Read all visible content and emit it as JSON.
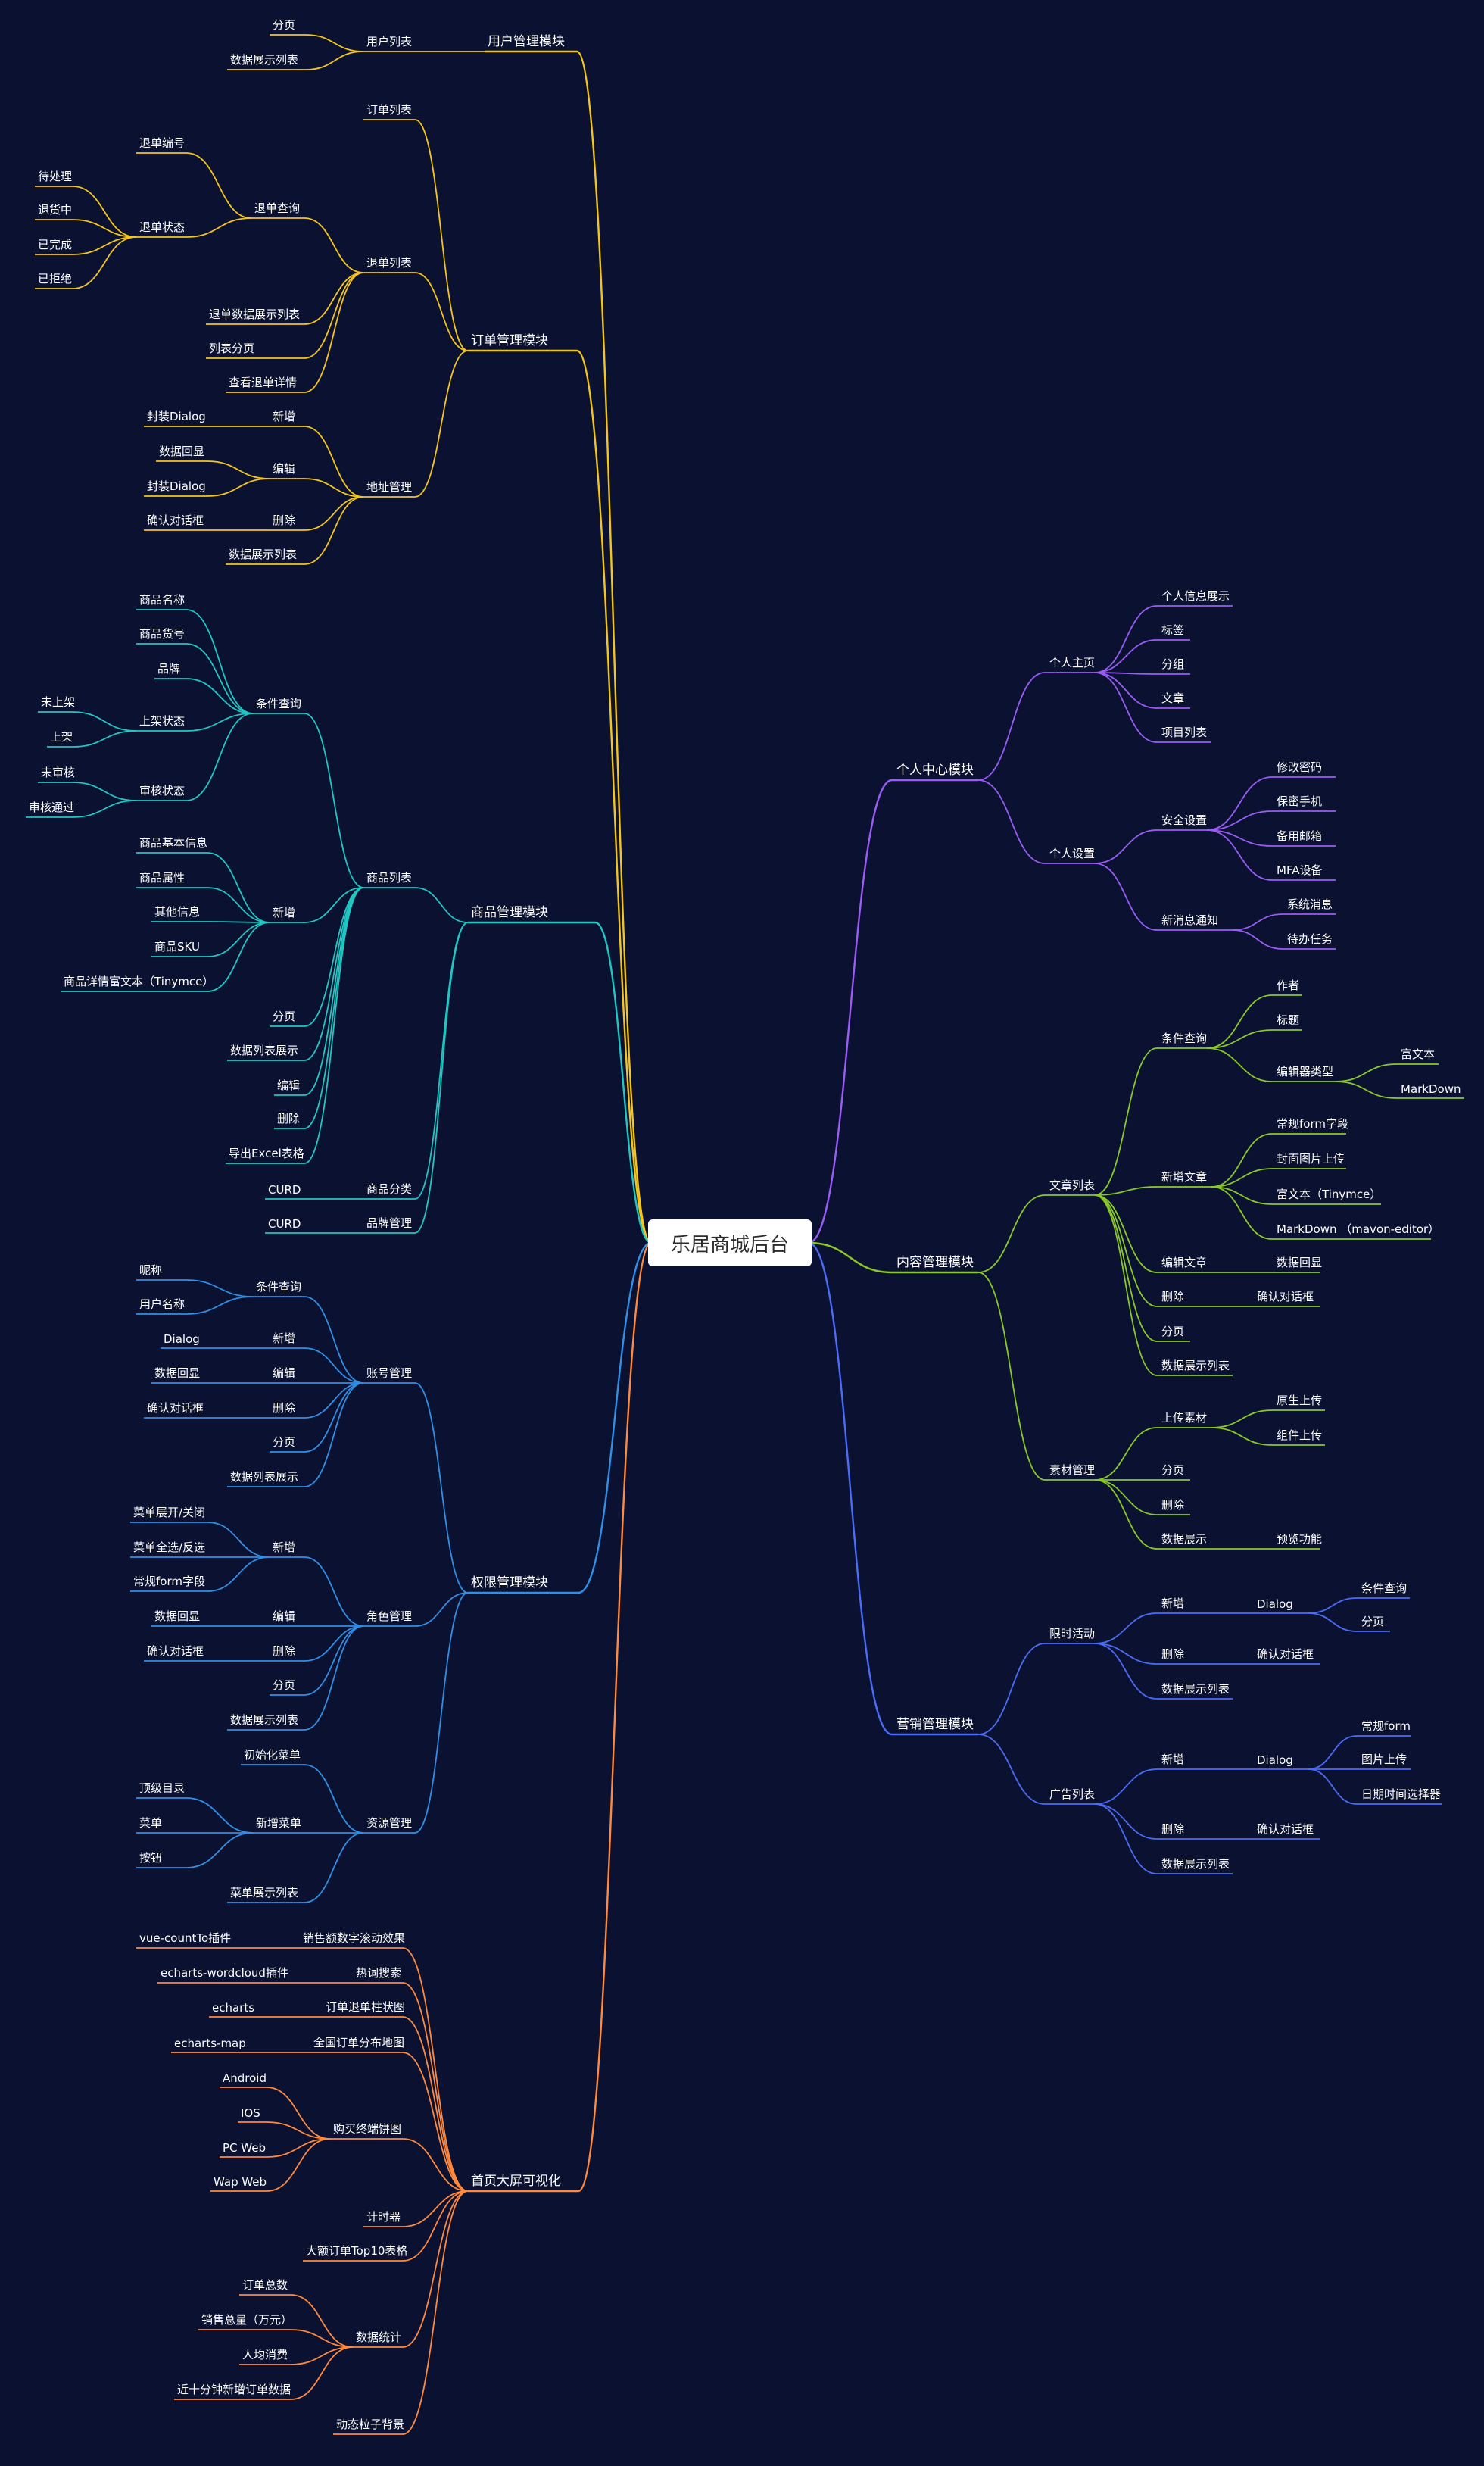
{
  "root": "乐居商城后台",
  "colors": {
    "background": "#0b1231",
    "user": "#f5c518",
    "order": "#f5c518",
    "goods": "#1fc7c3",
    "perm": "#2f8fe6",
    "home": "#ff8a3d",
    "personal": "#9b5cf6",
    "content": "#8ac926",
    "marketing": "#4a6cf7"
  },
  "modules": [
    {
      "label": "用户管理模块",
      "color": "user",
      "children": [
        {
          "label": "用户列表",
          "children": [
            {
              "label": "分页"
            },
            {
              "label": "数据展示列表"
            }
          ]
        }
      ]
    },
    {
      "label": "订单管理模块",
      "color": "order",
      "children": [
        {
          "label": "订单列表"
        },
        {
          "label": "退单列表",
          "children": [
            {
              "label": "退单查询",
              "children": [
                {
                  "label": "退单编号"
                },
                {
                  "label": "退单状态",
                  "children": [
                    {
                      "label": "待处理"
                    },
                    {
                      "label": "退货中"
                    },
                    {
                      "label": "已完成"
                    },
                    {
                      "label": "已拒绝"
                    }
                  ]
                }
              ]
            },
            {
              "label": "退单数据展示列表"
            },
            {
              "label": "列表分页"
            },
            {
              "label": "查看退单详情"
            }
          ]
        },
        {
          "label": "地址管理",
          "children": [
            {
              "label": "新增",
              "children": [
                {
                  "label": "封装Dialog"
                }
              ]
            },
            {
              "label": "编辑",
              "children": [
                {
                  "label": "数据回显"
                },
                {
                  "label": "封装Dialog"
                }
              ]
            },
            {
              "label": "删除",
              "children": [
                {
                  "label": "确认对话框"
                }
              ]
            },
            {
              "label": "数据展示列表"
            }
          ]
        }
      ]
    },
    {
      "label": "商品管理模块",
      "color": "goods",
      "children": [
        {
          "label": "商品列表",
          "children": [
            {
              "label": "条件查询",
              "children": [
                {
                  "label": "商品名称"
                },
                {
                  "label": "商品货号"
                },
                {
                  "label": "品牌"
                },
                {
                  "label": "上架状态",
                  "children": [
                    {
                      "label": "未上架"
                    },
                    {
                      "label": "上架"
                    }
                  ]
                },
                {
                  "label": "审核状态",
                  "children": [
                    {
                      "label": "未审核"
                    },
                    {
                      "label": "审核通过"
                    }
                  ]
                }
              ]
            },
            {
              "label": "新增",
              "children": [
                {
                  "label": "商品基本信息"
                },
                {
                  "label": "商品属性"
                },
                {
                  "label": "其他信息"
                },
                {
                  "label": "商品SKU"
                },
                {
                  "label": "商品详情富文本（Tinymce）"
                }
              ]
            },
            {
              "label": "分页"
            },
            {
              "label": "数据列表展示"
            },
            {
              "label": "编辑"
            },
            {
              "label": "删除"
            },
            {
              "label": "导出Excel表格"
            }
          ]
        },
        {
          "label": "商品分类",
          "children": [
            {
              "label": "CURD"
            }
          ]
        },
        {
          "label": "品牌管理",
          "children": [
            {
              "label": "CURD"
            }
          ]
        }
      ]
    },
    {
      "label": "权限管理模块",
      "color": "perm",
      "children": [
        {
          "label": "账号管理",
          "children": [
            {
              "label": "条件查询",
              "children": [
                {
                  "label": "昵称"
                },
                {
                  "label": "用户名称"
                }
              ]
            },
            {
              "label": "新增",
              "children": [
                {
                  "label": "Dialog"
                }
              ]
            },
            {
              "label": "编辑",
              "children": [
                {
                  "label": "数据回显"
                }
              ]
            },
            {
              "label": "删除",
              "children": [
                {
                  "label": "确认对话框"
                }
              ]
            },
            {
              "label": "分页"
            },
            {
              "label": "数据列表展示"
            }
          ]
        },
        {
          "label": "角色管理",
          "children": [
            {
              "label": "新增",
              "children": [
                {
                  "label": "菜单展开/关闭"
                },
                {
                  "label": "菜单全选/反选"
                },
                {
                  "label": "常规form字段"
                }
              ]
            },
            {
              "label": "编辑",
              "children": [
                {
                  "label": "数据回显"
                }
              ]
            },
            {
              "label": "删除",
              "children": [
                {
                  "label": "确认对话框"
                }
              ]
            },
            {
              "label": "分页"
            },
            {
              "label": "数据展示列表"
            }
          ]
        },
        {
          "label": "资源管理",
          "children": [
            {
              "label": "初始化菜单"
            },
            {
              "label": "新增菜单",
              "children": [
                {
                  "label": "顶级目录"
                },
                {
                  "label": "菜单"
                },
                {
                  "label": "按钮"
                }
              ]
            },
            {
              "label": "菜单展示列表"
            }
          ]
        }
      ]
    },
    {
      "label": "首页大屏可视化",
      "color": "home",
      "children": [
        {
          "label": "销售额数字滚动效果",
          "children": [
            {
              "label": "vue-countTo插件"
            }
          ]
        },
        {
          "label": "热词搜索",
          "children": [
            {
              "label": "echarts-wordcloud插件"
            }
          ]
        },
        {
          "label": "订单退单柱状图",
          "children": [
            {
              "label": "echarts"
            }
          ]
        },
        {
          "label": "全国订单分布地图",
          "children": [
            {
              "label": "echarts-map"
            }
          ]
        },
        {
          "label": "购买终端饼图",
          "children": [
            {
              "label": "Android"
            },
            {
              "label": "IOS"
            },
            {
              "label": "PC Web"
            },
            {
              "label": "Wap Web"
            }
          ]
        },
        {
          "label": "计时器"
        },
        {
          "label": "大额订单Top10表格"
        },
        {
          "label": "数据统计",
          "children": [
            {
              "label": "订单总数"
            },
            {
              "label": "销售总量（万元）"
            },
            {
              "label": "人均消费"
            },
            {
              "label": "近十分钟新增订单数据"
            }
          ]
        },
        {
          "label": "动态粒子背景"
        }
      ]
    },
    {
      "label": "个人中心模块",
      "color": "personal",
      "children": [
        {
          "label": "个人主页",
          "children": [
            {
              "label": "个人信息展示"
            },
            {
              "label": "标签"
            },
            {
              "label": "分组"
            },
            {
              "label": "文章"
            },
            {
              "label": "项目列表"
            }
          ]
        },
        {
          "label": "个人设置",
          "children": [
            {
              "label": "安全设置",
              "children": [
                {
                  "label": "修改密码"
                },
                {
                  "label": "保密手机"
                },
                {
                  "label": "备用邮箱"
                },
                {
                  "label": "MFA设备"
                }
              ]
            },
            {
              "label": "新消息通知",
              "children": [
                {
                  "label": "系统消息"
                },
                {
                  "label": "待办任务"
                }
              ]
            }
          ]
        }
      ]
    },
    {
      "label": "内容管理模块",
      "color": "content",
      "children": [
        {
          "label": "文章列表",
          "children": [
            {
              "label": "条件查询",
              "children": [
                {
                  "label": "作者"
                },
                {
                  "label": "标题"
                },
                {
                  "label": "编辑器类型",
                  "children": [
                    {
                      "label": "富文本"
                    },
                    {
                      "label": "MarkDown"
                    }
                  ]
                }
              ]
            },
            {
              "label": "新增文章",
              "children": [
                {
                  "label": "常规form字段"
                },
                {
                  "label": "封面图片上传"
                },
                {
                  "label": "富文本（Tinymce）"
                },
                {
                  "label": "MarkDown （mavon-editor）"
                }
              ]
            },
            {
              "label": "编辑文章",
              "children": [
                {
                  "label": "数据回显"
                }
              ]
            },
            {
              "label": "删除",
              "children": [
                {
                  "label": "确认对话框"
                }
              ]
            },
            {
              "label": "分页"
            },
            {
              "label": "数据展示列表"
            }
          ]
        },
        {
          "label": "素材管理",
          "children": [
            {
              "label": "上传素材",
              "children": [
                {
                  "label": "原生上传"
                },
                {
                  "label": "组件上传"
                }
              ]
            },
            {
              "label": "分页"
            },
            {
              "label": "删除"
            },
            {
              "label": "数据展示",
              "children": [
                {
                  "label": "预览功能"
                }
              ]
            }
          ]
        }
      ]
    },
    {
      "label": "营销管理模块",
      "color": "marketing",
      "children": [
        {
          "label": "限时活动",
          "children": [
            {
              "label": "新增",
              "children": [
                {
                  "label": "Dialog",
                  "children": [
                    {
                      "label": "条件查询"
                    },
                    {
                      "label": "分页"
                    }
                  ]
                }
              ]
            },
            {
              "label": "删除",
              "children": [
                {
                  "label": "确认对话框"
                }
              ]
            },
            {
              "label": "数据展示列表"
            }
          ]
        },
        {
          "label": "广告列表",
          "children": [
            {
              "label": "新增",
              "children": [
                {
                  "label": "Dialog",
                  "children": [
                    {
                      "label": "常规form"
                    },
                    {
                      "label": "图片上传"
                    },
                    {
                      "label": "日期时间选择器"
                    }
                  ]
                }
              ]
            },
            {
              "label": "删除",
              "children": [
                {
                  "label": "确认对话框"
                }
              ]
            },
            {
              "label": "数据展示列表"
            }
          ]
        }
      ]
    }
  ]
}
